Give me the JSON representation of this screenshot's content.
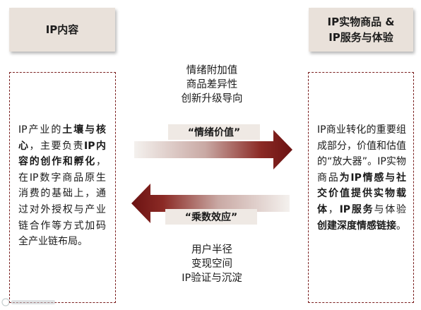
{
  "headers": {
    "left": "IP内容",
    "right_line1": "IP实物商品 &",
    "right_line2": "IP服务与体验"
  },
  "left_box": [
    {
      "text": "IP产业的",
      "bold": false
    },
    {
      "text": "土壤与核心",
      "bold": true
    },
    {
      "text": "，主要负责",
      "bold": false
    },
    {
      "text": "IP内容的创作和孵化",
      "bold": true
    },
    {
      "text": "，在IP数字商品原生消费的基础上，通过对外授权与产业链合作等方式加码全产业链布局。",
      "bold": false
    }
  ],
  "right_box": [
    {
      "text": "IP商业转化的重要组成部分，价值和估值的“放大器”。IP实物商品",
      "bold": false
    },
    {
      "text": "为IP情感与社交价值提供实物载体",
      "bold": true
    },
    {
      "text": "，",
      "bold": false
    },
    {
      "text": "IP服务",
      "bold": true
    },
    {
      "text": "与体验",
      "bold": false
    },
    {
      "text": "创建深度情感链接",
      "bold": true
    },
    {
      "text": "。",
      "bold": false
    }
  ],
  "top_flow": {
    "lines": [
      "情绪附加值",
      "商品差异性",
      "创新升级导向"
    ],
    "label": "“情绪价值”"
  },
  "bottom_flow": {
    "lines": [
      "用户半径",
      "变现空间",
      "IP验证与沉淀"
    ],
    "label": "“乘数效应”"
  },
  "colors": {
    "header_bg": "#e9e1da",
    "dashed_border": "#7a1f1f",
    "arrow_dark": "#6b1212",
    "arrow_light": "#f4f1ee"
  }
}
